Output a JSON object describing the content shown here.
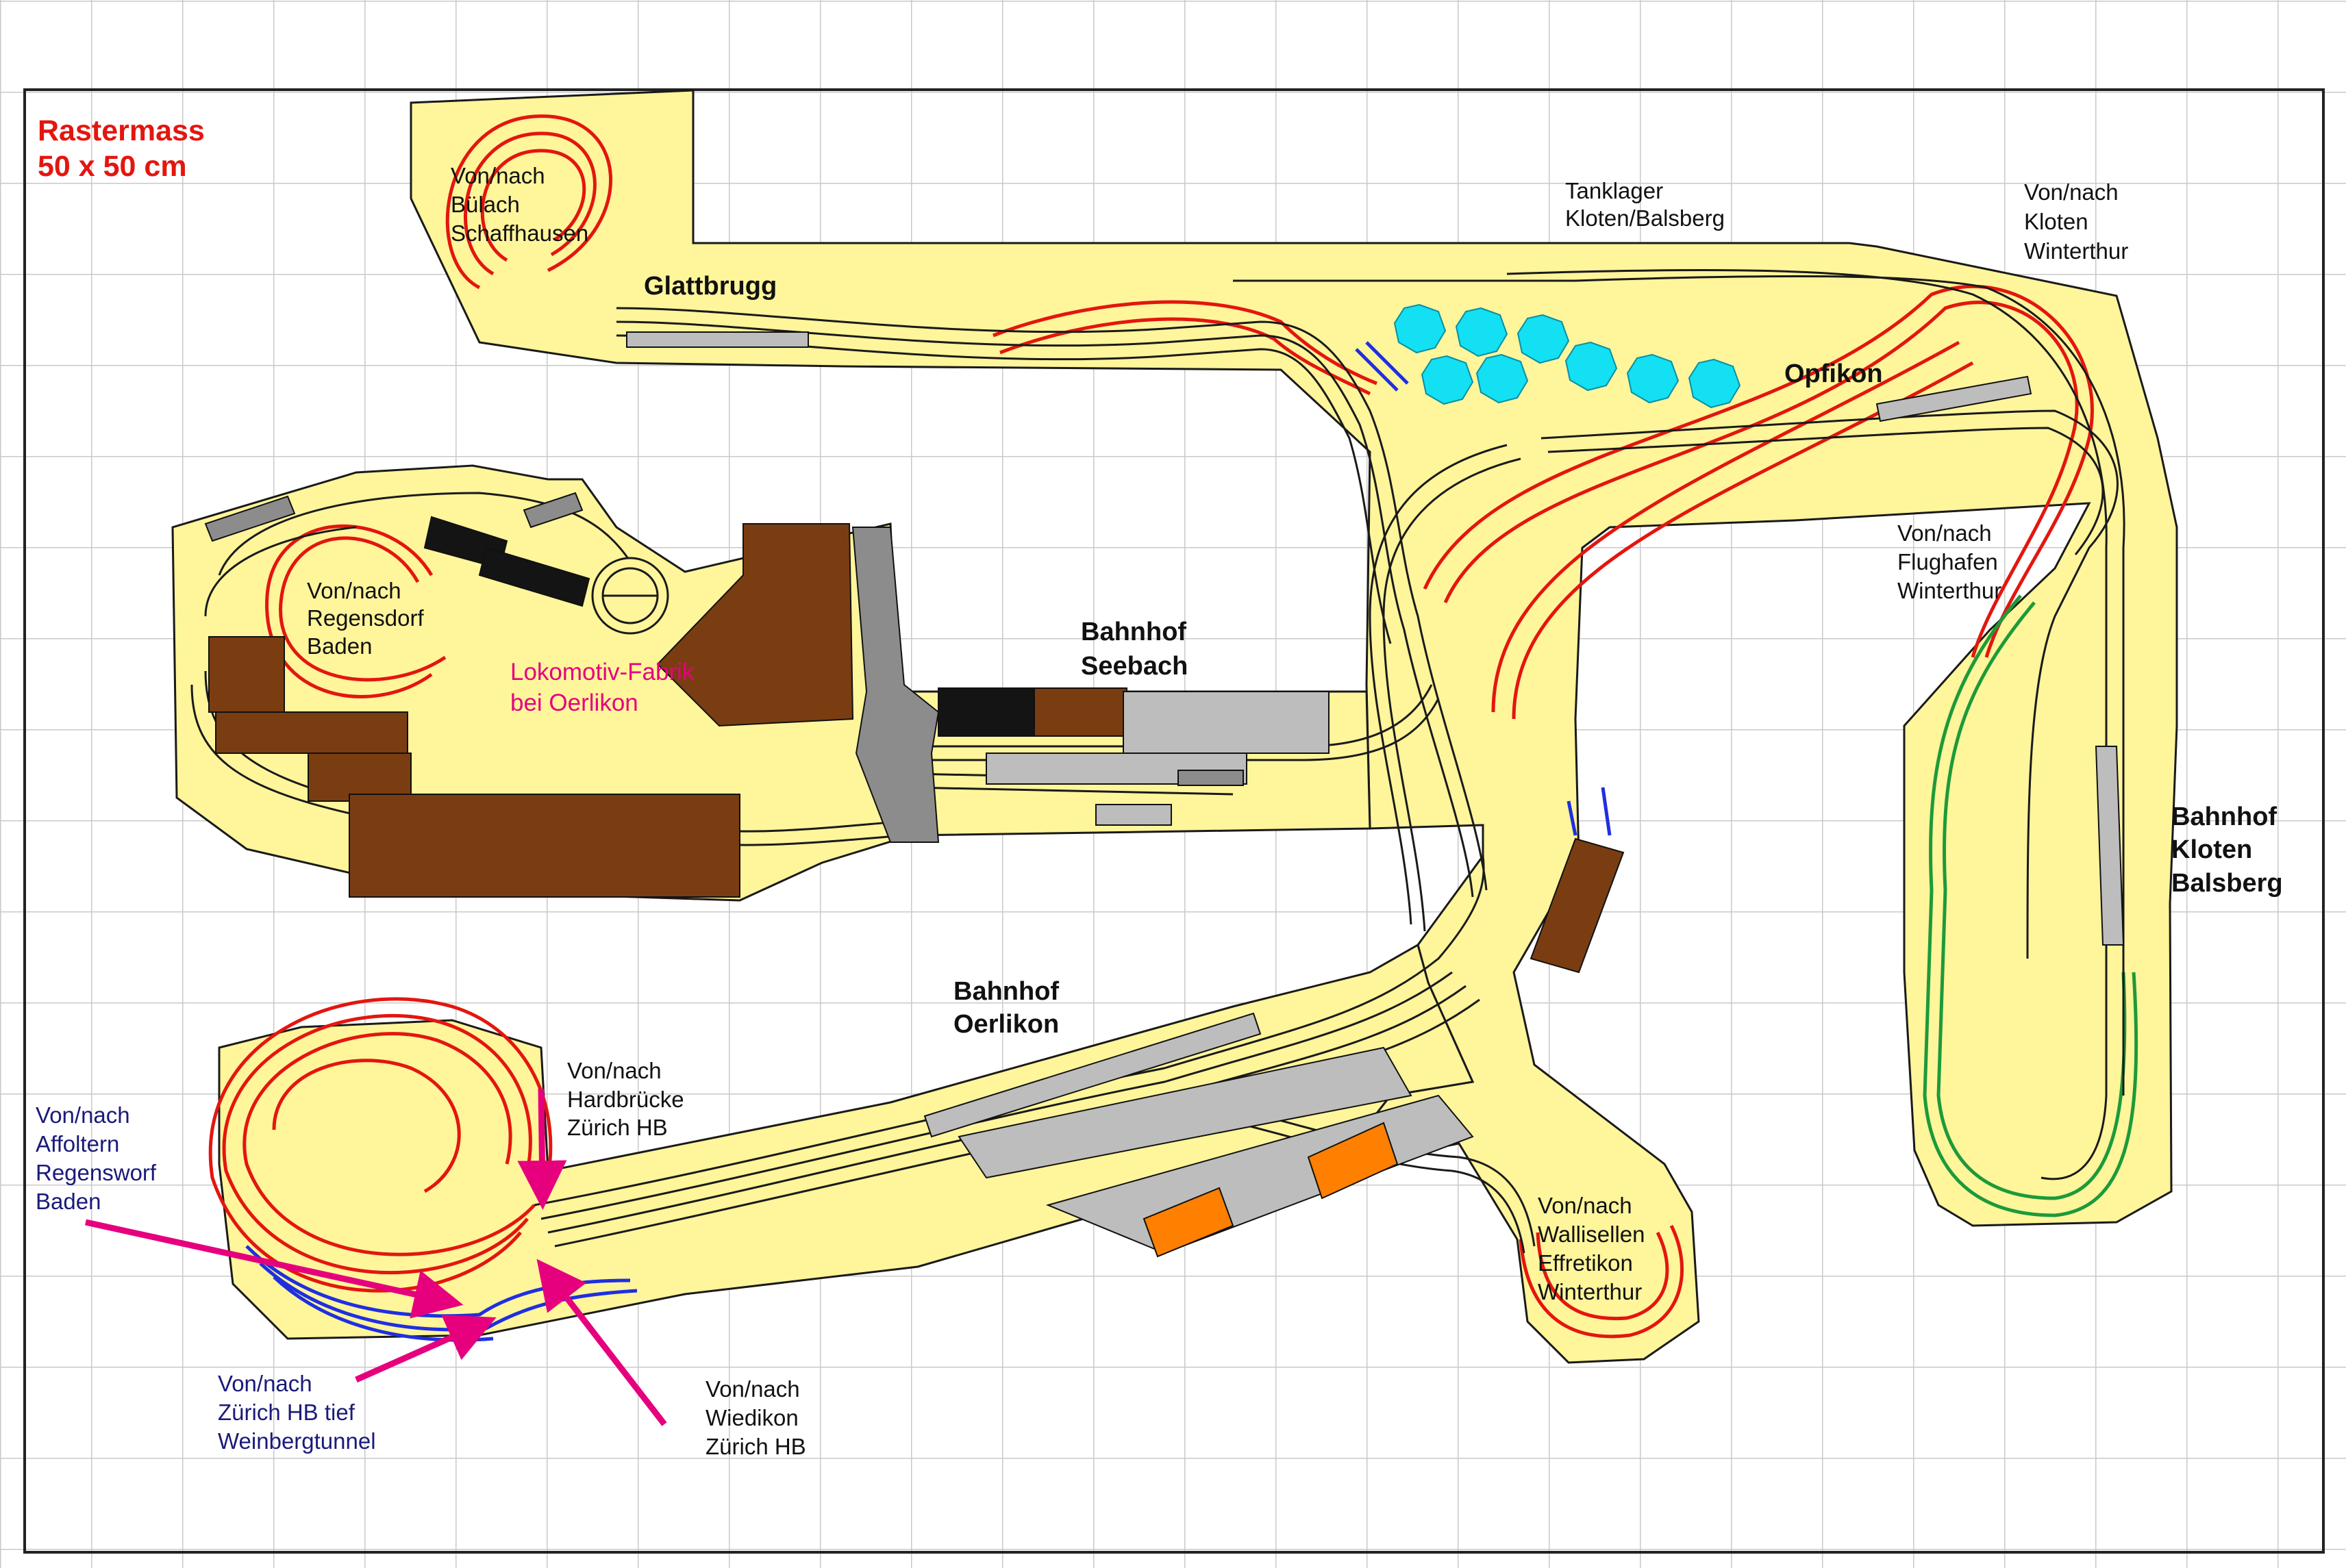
{
  "colors": {
    "grid": "#c9c9c9",
    "frame": "#222222",
    "base": "#fff59b",
    "track": "#1a1a1a",
    "hidden_track": "#e3160f",
    "track_blue": "#1f2fe0",
    "track_green": "#1d9a3a",
    "building_brown": "#7a3d12",
    "building_gray": "#bdbdbd",
    "building_dark": "#141414",
    "building_orange": "#ff7f00",
    "tank_cyan": "#13e0f2",
    "arrow": "#e6007e",
    "title_red": "#e3160f",
    "text_dark": "#111111",
    "text_navy": "#1a1a7a",
    "text_magenta": "#e6007e"
  },
  "scale_note": {
    "line1": "Rastermass",
    "line2": "50 x 50 cm"
  },
  "stations": {
    "glattbrugg": "Glattbrugg",
    "opfikon": "Opfikon",
    "seebach_1": "Bahnhof",
    "seebach_2": "Seebach",
    "oerlikon_1": "Bahnhof",
    "oerlikon_2": "Oerlikon",
    "kloten_1": "Bahnhof",
    "kloten_2": "Kloten",
    "kloten_3": "Balsberg"
  },
  "labels": {
    "buelach": [
      "Von/nach",
      "Bülach",
      "Schaffhausen"
    ],
    "tanklager": [
      "Tanklager",
      "Kloten/Balsberg"
    ],
    "kloten_winterthur": [
      "Von/nach",
      "Kloten",
      "Winterthur"
    ],
    "flughafen": [
      "Von/nach",
      "Flughafen",
      "Winterthur"
    ],
    "regensdorf": [
      "Von/nach",
      "Regensdorf",
      "Baden"
    ],
    "lokfabrik": [
      "Lokomotiv-Fabrik",
      "bei Oerlikon"
    ],
    "hardbruecke": [
      "Von/nach",
      "Hardbrücke",
      "Zürich HB"
    ],
    "affoltern": [
      "Von/nach",
      "Affoltern",
      "Regensworf",
      "Baden"
    ],
    "wallisellen": [
      "Von/nach",
      "Wallisellen",
      "Effretikon",
      "Winterthur"
    ],
    "weinberg": [
      "Von/nach",
      "Zürich HB tief",
      "Weinbergtunnel"
    ],
    "wiedikon": [
      "Von/nach",
      "Wiedikon",
      "Zürich HB"
    ]
  }
}
